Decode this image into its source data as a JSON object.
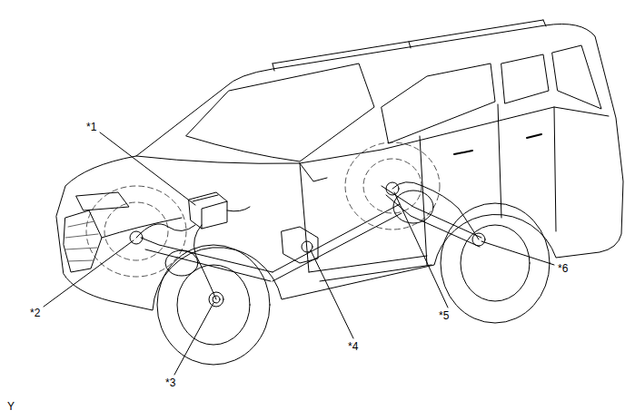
{
  "diagram": {
    "labels": [
      "*1",
      "*2",
      "*3",
      "*4",
      "*5",
      "*6",
      "Y"
    ]
  }
}
